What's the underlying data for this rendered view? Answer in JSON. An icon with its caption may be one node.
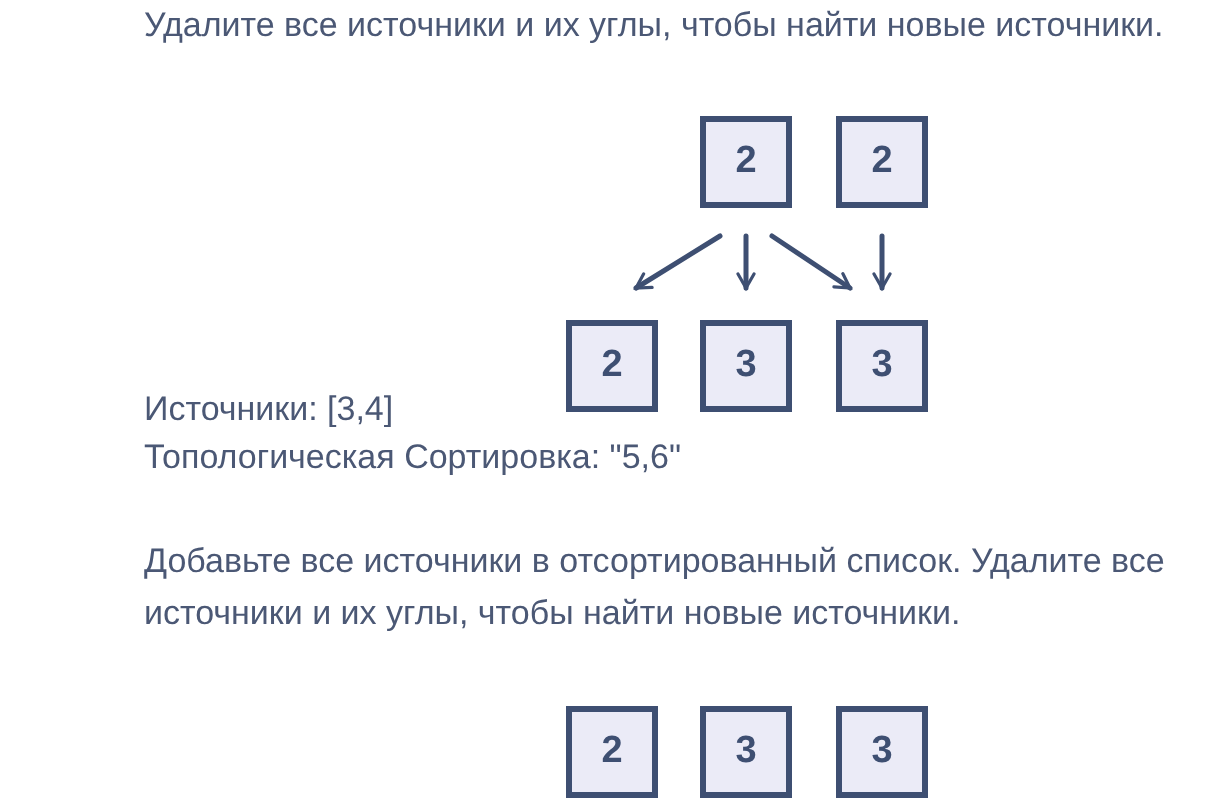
{
  "diagram": {
    "nodes": [
      {
        "text": [
          "2"
        ]
      },
      {
        "text": [
          "2"
        ]
      },
      {
        "text": [
          "2"
        ]
      },
      {
        "text": [
          "3"
        ]
      },
      {
        "text": [
          "3"
        ]
      },
      {
        "text": [
          "2"
        ]
      },
      {
        "text": [
          "3"
        ]
      },
      {
        "text": [
          "3"
        ]
      }
    ],
    "edges": [
      {
        "from": 0,
        "to": 2,
        "arrow": "to"
      },
      {
        "from": 0,
        "to": 3,
        "arrow": "to"
      },
      {
        "from": 0,
        "to": 4,
        "arrow": "to"
      },
      {
        "from": 1,
        "to": 4,
        "arrow": "to"
      }
    ],
    "labels": [
      "Удалите все источники и их углы, чтобы найти новые источники.",
      "Источники: [3,4]",
      "Топологическая Сортировка: \"5,6\"",
      "Добавьте все источники в отсортированный список. Удалите все источники и их углы, чтобы найти новые источники."
    ]
  }
}
